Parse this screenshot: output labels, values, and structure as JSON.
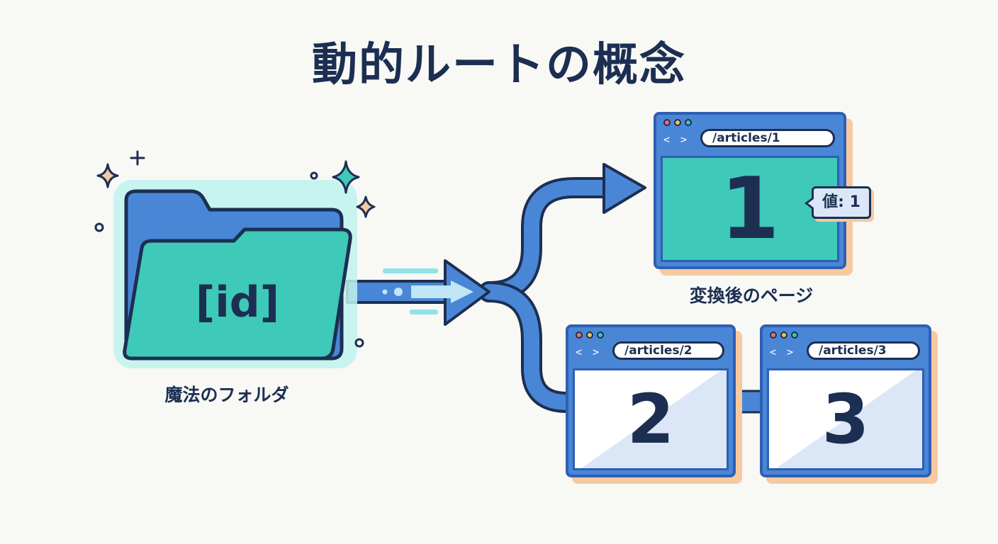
{
  "title": "動的ルートの概念",
  "folder": {
    "name": "[id]",
    "caption": "魔法のフォルダ"
  },
  "pages": [
    {
      "url": "/articles/1",
      "value": "1"
    },
    {
      "url": "/articles/2",
      "value": "2"
    },
    {
      "url": "/articles/3",
      "value": "3"
    }
  ],
  "result_caption": "変換後のページ",
  "value_badge": "値: 1",
  "nav_glyphs": "< >",
  "colors": {
    "navy": "#1c2f52",
    "blue": "#4a86d6",
    "teal": "#3ec9b8",
    "light_blue": "#dbe7f6",
    "shadow": "#f7c9a0"
  },
  "icons": [
    "sparkle-icon",
    "folder-icon",
    "arrow-icon",
    "browser-window-icon"
  ]
}
